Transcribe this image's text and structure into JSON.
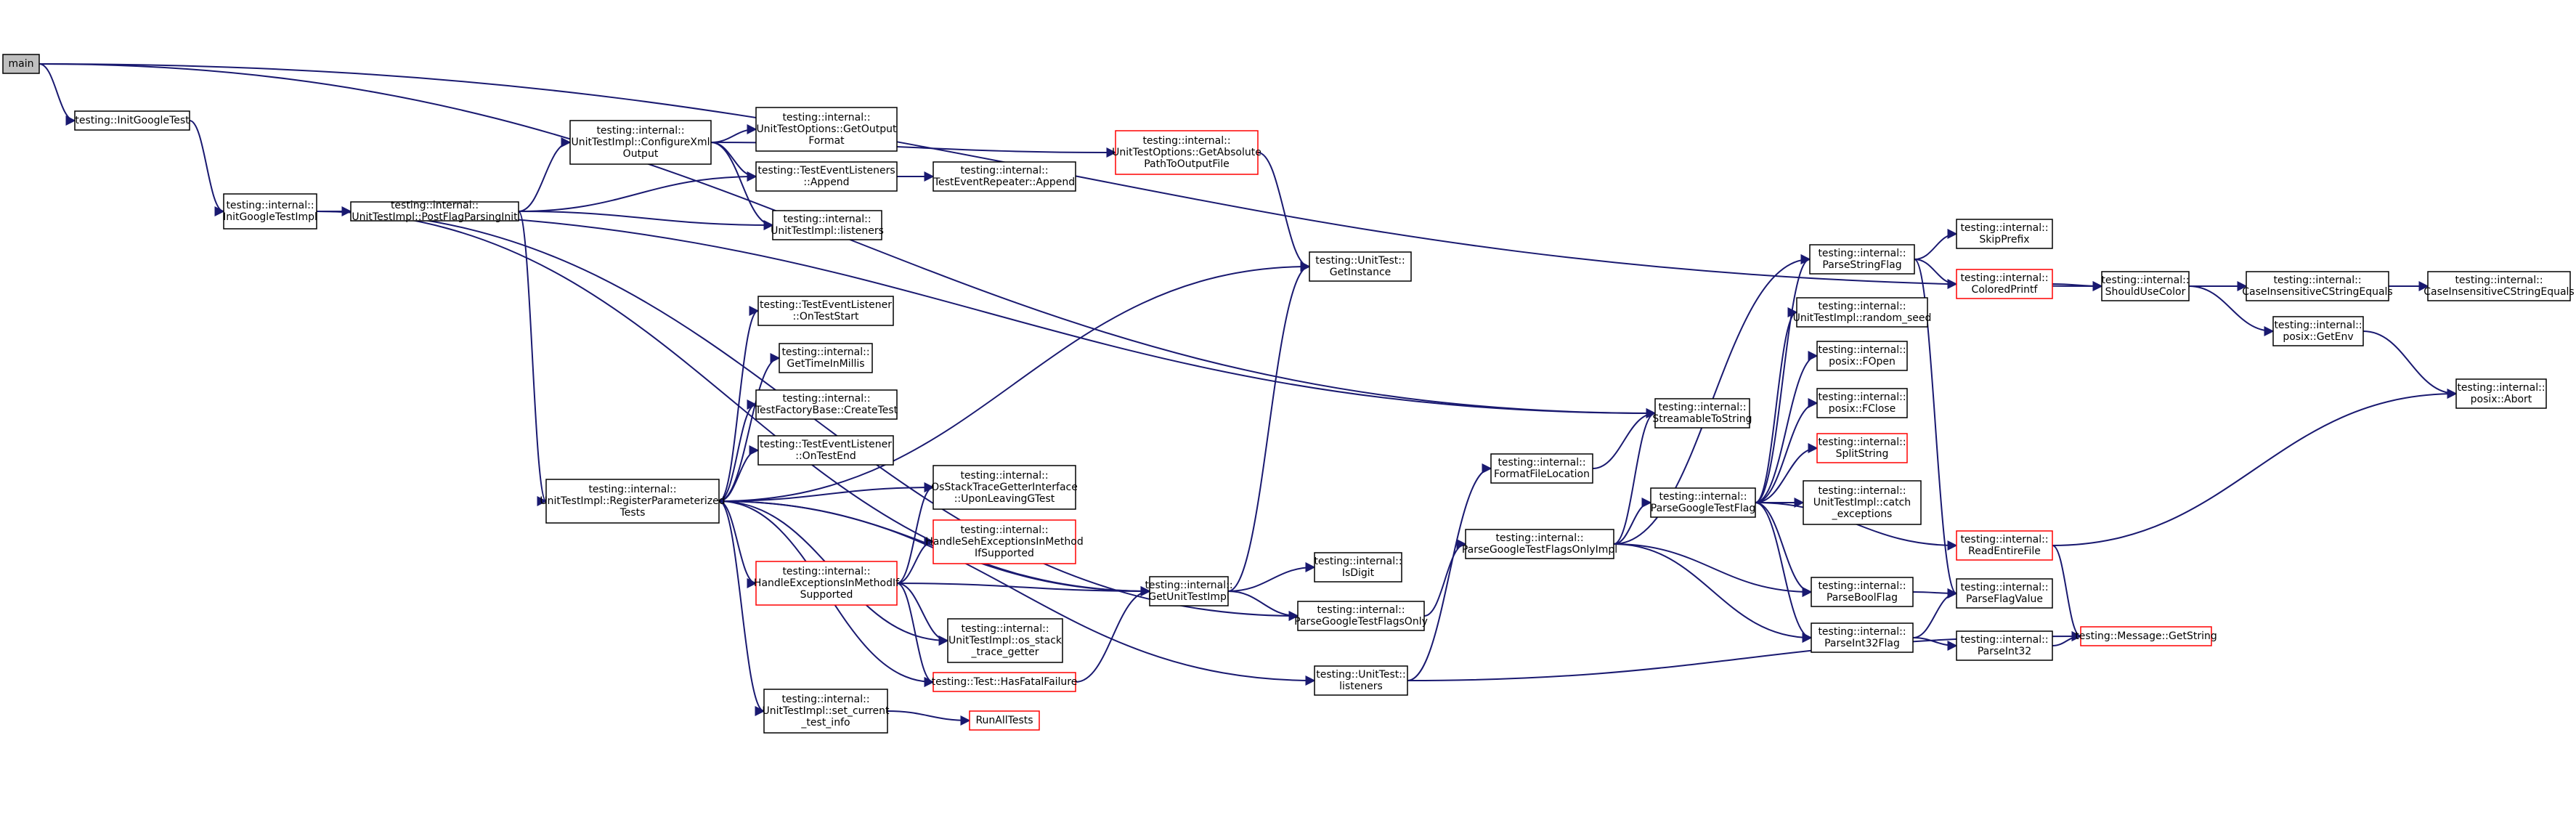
{
  "colors": {
    "edge": "#191970",
    "node_border": "#000000",
    "node_border_red": "#ff0000",
    "root_fill": "#bfbfbf",
    "node_fill": "#ffffff"
  },
  "nodes": [
    {
      "id": "main",
      "lines": [
        "main"
      ],
      "style": "root"
    },
    {
      "id": "initgoogletest",
      "lines": [
        "testing::InitGoogleTest"
      ],
      "style": "normal"
    },
    {
      "id": "initgoogletestimpl",
      "lines": [
        "testing::internal::",
        "InitGoogleTestImpl"
      ],
      "style": "normal"
    },
    {
      "id": "postflagparsinginit",
      "lines": [
        "testing::internal::",
        "UnitTestImpl::PostFlagParsingInit"
      ],
      "style": "normal"
    },
    {
      "id": "configurexmloutput",
      "lines": [
        "testing::internal::",
        "UnitTestImpl::ConfigureXml",
        "Output"
      ],
      "style": "normal"
    },
    {
      "id": "getoutputformat",
      "lines": [
        "testing::internal::",
        "UnitTestOptions::GetOutput",
        "Format"
      ],
      "style": "normal"
    },
    {
      "id": "tel_append",
      "lines": [
        "testing::TestEventListeners",
        "::Append"
      ],
      "style": "normal"
    },
    {
      "id": "ter_append",
      "lines": [
        "testing::internal::",
        "TestEventRepeater::Append"
      ],
      "style": "normal"
    },
    {
      "id": "listeners_impl",
      "lines": [
        "testing::internal::",
        "UnitTestImpl::listeners"
      ],
      "style": "normal"
    },
    {
      "id": "getabsolutepath",
      "lines": [
        "testing::internal::",
        "UnitTestOptions::GetAbsolute",
        "PathToOutputFile"
      ],
      "style": "red"
    },
    {
      "id": "ut_getinstance",
      "lines": [
        "testing::UnitTest::",
        "GetInstance"
      ],
      "style": "normal"
    },
    {
      "id": "registerparam",
      "lines": [
        "testing::internal::",
        "UnitTestImpl::RegisterParameterized",
        "Tests"
      ],
      "style": "normal"
    },
    {
      "id": "ontestStart",
      "lines": [
        "testing::TestEventListener",
        "::OnTestStart"
      ],
      "style": "normal"
    },
    {
      "id": "gettimeinmillis",
      "lines": [
        "testing::internal::",
        "GetTimeInMillis"
      ],
      "style": "normal"
    },
    {
      "id": "createtest",
      "lines": [
        "testing::internal::",
        "TestFactoryBase::CreateTest"
      ],
      "style": "normal"
    },
    {
      "id": "ontestend",
      "lines": [
        "testing::TestEventListener",
        "::OnTestEnd"
      ],
      "style": "normal"
    },
    {
      "id": "osstacktrace",
      "lines": [
        "testing::internal::",
        "OsStackTraceGetterInterface",
        "::UponLeavingGTest"
      ],
      "style": "normal"
    },
    {
      "id": "handlesehexc",
      "lines": [
        "testing::internal::",
        "HandleSehExceptionsInMethod",
        "IfSupported"
      ],
      "style": "red"
    },
    {
      "id": "handleexc",
      "lines": [
        "testing::internal::",
        "HandleExceptionsInMethodIf",
        "Supported"
      ],
      "style": "red"
    },
    {
      "id": "osstackgetter",
      "lines": [
        "testing::internal::",
        "UnitTestImpl::os_stack",
        "_trace_getter"
      ],
      "style": "normal"
    },
    {
      "id": "hasfatalfailure",
      "lines": [
        "testing::Test::HasFatalFailure"
      ],
      "style": "red"
    },
    {
      "id": "setcurrenttestinfo",
      "lines": [
        "testing::internal::",
        "UnitTestImpl::set_current",
        "_test_info"
      ],
      "style": "normal"
    },
    {
      "id": "runalltests",
      "lines": [
        "RunAllTests"
      ],
      "style": "red"
    },
    {
      "id": "getunittestimpl",
      "lines": [
        "testing::internal::",
        "GetUnitTestImpl"
      ],
      "style": "normal"
    },
    {
      "id": "isdigit",
      "lines": [
        "testing::internal::",
        "IsDigit"
      ],
      "style": "normal"
    },
    {
      "id": "parsegtflagsonly",
      "lines": [
        "testing::internal::",
        "ParseGoogleTestFlagsOnly"
      ],
      "style": "normal"
    },
    {
      "id": "ut_listeners",
      "lines": [
        "testing::UnitTest::",
        "listeners"
      ],
      "style": "normal"
    },
    {
      "id": "formatfilelocation",
      "lines": [
        "testing::internal::",
        "FormatFileLocation"
      ],
      "style": "normal"
    },
    {
      "id": "streamabletostring",
      "lines": [
        "testing::internal::",
        "StreamableToString"
      ],
      "style": "normal"
    },
    {
      "id": "parsegtflagsonlyimpl",
      "lines": [
        "testing::internal::",
        "ParseGoogleTestFlagsOnlyImpl"
      ],
      "style": "normal"
    },
    {
      "id": "parsegtflag",
      "lines": [
        "testing::internal::",
        "ParseGoogleTestFlag"
      ],
      "style": "normal"
    },
    {
      "id": "parsestringflag",
      "lines": [
        "testing::internal::",
        "ParseStringFlag"
      ],
      "style": "normal"
    },
    {
      "id": "randomseed",
      "lines": [
        "testing::internal::",
        "UnitTestImpl::random_seed"
      ],
      "style": "normal"
    },
    {
      "id": "fopen",
      "lines": [
        "testing::internal::",
        "posix::FOpen"
      ],
      "style": "normal"
    },
    {
      "id": "fclose",
      "lines": [
        "testing::internal::",
        "posix::FClose"
      ],
      "style": "normal"
    },
    {
      "id": "splitstring",
      "lines": [
        "testing::internal::",
        "SplitString"
      ],
      "style": "red"
    },
    {
      "id": "catchexceptions",
      "lines": [
        "testing::internal::",
        "UnitTestImpl::catch",
        "_exceptions"
      ],
      "style": "normal"
    },
    {
      "id": "parseboolflag",
      "lines": [
        "testing::internal::",
        "ParseBoolFlag"
      ],
      "style": "normal"
    },
    {
      "id": "parseint32flag",
      "lines": [
        "testing::internal::",
        "ParseInt32Flag"
      ],
      "style": "normal"
    },
    {
      "id": "skipprefix",
      "lines": [
        "testing::internal::",
        "SkipPrefix"
      ],
      "style": "normal"
    },
    {
      "id": "coloredprintf",
      "lines": [
        "testing::internal::",
        "ColoredPrintf"
      ],
      "style": "red"
    },
    {
      "id": "readentirefile",
      "lines": [
        "testing::internal::",
        "ReadEntireFile"
      ],
      "style": "red"
    },
    {
      "id": "parseflagvalue",
      "lines": [
        "testing::internal::",
        "ParseFlagValue"
      ],
      "style": "normal"
    },
    {
      "id": "parseint32",
      "lines": [
        "testing::internal::",
        "ParseInt32"
      ],
      "style": "normal"
    },
    {
      "id": "msg_getstring",
      "lines": [
        "testing::Message::GetString"
      ],
      "style": "red"
    },
    {
      "id": "shouldusecolor",
      "lines": [
        "testing::internal::",
        "ShouldUseColor"
      ],
      "style": "normal"
    },
    {
      "id": "cicstringequals1",
      "lines": [
        "testing::internal::",
        "CaseInsensitiveCStringEquals"
      ],
      "style": "normal"
    },
    {
      "id": "cicstringequals2",
      "lines": [
        "testing::internal::",
        "CaseInsensitiveCStringEquals"
      ],
      "style": "normal"
    },
    {
      "id": "getenv",
      "lines": [
        "testing::internal::",
        "posix::GetEnv"
      ],
      "style": "normal"
    },
    {
      "id": "abort",
      "lines": [
        "testing::internal::",
        "posix::Abort"
      ],
      "style": "normal"
    }
  ],
  "edges": [
    [
      "main",
      "initgoogletest"
    ],
    [
      "main",
      "streamabletostring"
    ],
    [
      "main",
      "shouldusecolor"
    ],
    [
      "initgoogletest",
      "initgoogletestimpl"
    ],
    [
      "initgoogletestimpl",
      "postflagparsinginit"
    ],
    [
      "initgoogletestimpl",
      "getunittestimpl"
    ],
    [
      "initgoogletestimpl",
      "parsegtflagsonly"
    ],
    [
      "initgoogletestimpl",
      "streamabletostring"
    ],
    [
      "postflagparsinginit",
      "configurexmloutput"
    ],
    [
      "postflagparsinginit",
      "tel_append"
    ],
    [
      "postflagparsinginit",
      "listeners_impl"
    ],
    [
      "postflagparsinginit",
      "registerparam"
    ],
    [
      "configurexmloutput",
      "getoutputformat"
    ],
    [
      "configurexmloutput",
      "tel_append"
    ],
    [
      "configurexmloutput",
      "listeners_impl"
    ],
    [
      "configurexmloutput",
      "getabsolutepath"
    ],
    [
      "tel_append",
      "ter_append"
    ],
    [
      "getabsolutepath",
      "ut_getinstance"
    ],
    [
      "registerparam",
      "ontestStart"
    ],
    [
      "registerparam",
      "gettimeinmillis"
    ],
    [
      "registerparam",
      "createtest"
    ],
    [
      "registerparam",
      "ontestend"
    ],
    [
      "registerparam",
      "ut_getinstance"
    ],
    [
      "registerparam",
      "osstacktrace"
    ],
    [
      "registerparam",
      "handleexc"
    ],
    [
      "registerparam",
      "getunittestimpl"
    ],
    [
      "registerparam",
      "osstackgetter"
    ],
    [
      "registerparam",
      "hasfatalfailure"
    ],
    [
      "registerparam",
      "setcurrenttestinfo"
    ],
    [
      "registerparam",
      "ut_listeners"
    ],
    [
      "handleexc",
      "osstacktrace"
    ],
    [
      "handleexc",
      "handlesehexc"
    ],
    [
      "handleexc",
      "getunittestimpl"
    ],
    [
      "handleexc",
      "osstackgetter"
    ],
    [
      "handleexc",
      "hasfatalfailure"
    ],
    [
      "hasfatalfailure",
      "getunittestimpl"
    ],
    [
      "setcurrenttestinfo",
      "runalltests"
    ],
    [
      "getunittestimpl",
      "ut_getinstance"
    ],
    [
      "getunittestimpl",
      "isdigit"
    ],
    [
      "getunittestimpl",
      "parsegtflagsonly"
    ],
    [
      "parsegtflagsonly",
      "parsegtflagsonlyimpl"
    ],
    [
      "ut_listeners",
      "formatfilelocation"
    ],
    [
      "ut_listeners",
      "msg_getstring"
    ],
    [
      "formatfilelocation",
      "streamabletostring"
    ],
    [
      "parsegtflagsonlyimpl",
      "streamabletostring"
    ],
    [
      "parsegtflagsonlyimpl",
      "parsegtflag"
    ],
    [
      "parsegtflagsonlyimpl",
      "parsestringflag"
    ],
    [
      "parsegtflagsonlyimpl",
      "parseboolflag"
    ],
    [
      "parsegtflagsonlyimpl",
      "parseint32flag"
    ],
    [
      "parsegtflag",
      "parsestringflag"
    ],
    [
      "parsegtflag",
      "randomseed"
    ],
    [
      "parsegtflag",
      "fopen"
    ],
    [
      "parsegtflag",
      "fclose"
    ],
    [
      "parsegtflag",
      "splitstring"
    ],
    [
      "parsegtflag",
      "catchexceptions"
    ],
    [
      "parsegtflag",
      "parseboolflag"
    ],
    [
      "parsegtflag",
      "parseint32flag"
    ],
    [
      "parsegtflag",
      "readentirefile"
    ],
    [
      "parsestringflag",
      "skipprefix"
    ],
    [
      "parsestringflag",
      "coloredprintf"
    ],
    [
      "parsestringflag",
      "parseflagvalue"
    ],
    [
      "coloredprintf",
      "shouldusecolor"
    ],
    [
      "parseboolflag",
      "parseflagvalue"
    ],
    [
      "parseint32flag",
      "parseflagvalue"
    ],
    [
      "parseint32flag",
      "parseint32"
    ],
    [
      "parseint32",
      "msg_getstring"
    ],
    [
      "readentirefile",
      "abort"
    ],
    [
      "readentirefile",
      "msg_getstring"
    ],
    [
      "shouldusecolor",
      "cicstringequals1"
    ],
    [
      "shouldusecolor",
      "getenv"
    ],
    [
      "cicstringequals1",
      "cicstringequals2"
    ],
    [
      "getenv",
      "abort"
    ]
  ]
}
